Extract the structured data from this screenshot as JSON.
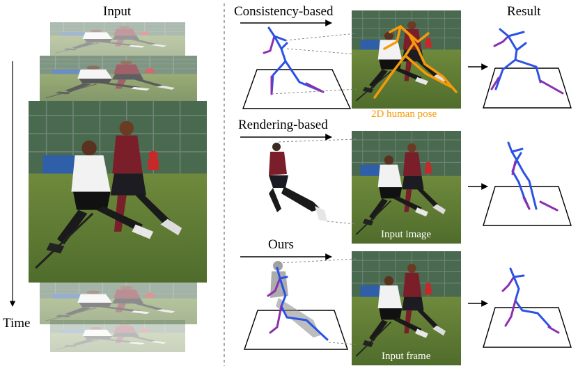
{
  "labels": {
    "input": "Input",
    "time": "Time",
    "consistency": "Consistency-based",
    "rendering": "Rendering-based",
    "ours": "Ours",
    "result": "Result"
  },
  "captions": {
    "pose2d": "2D human pose",
    "input_image": "Input image",
    "input_frame": "Input frame"
  },
  "colors": {
    "bone_blue": "#2a52e6",
    "bone_purple": "#8a2fb0",
    "pose_orange": "#f59a0a",
    "grass": "#5a7a32",
    "background": "#ffffff",
    "divider": "#555555"
  },
  "icons": [
    "arrow-right-icon",
    "arrow-down-icon",
    "ground-plane-icon",
    "skeleton-3d-icon",
    "player-photo-icon"
  ]
}
